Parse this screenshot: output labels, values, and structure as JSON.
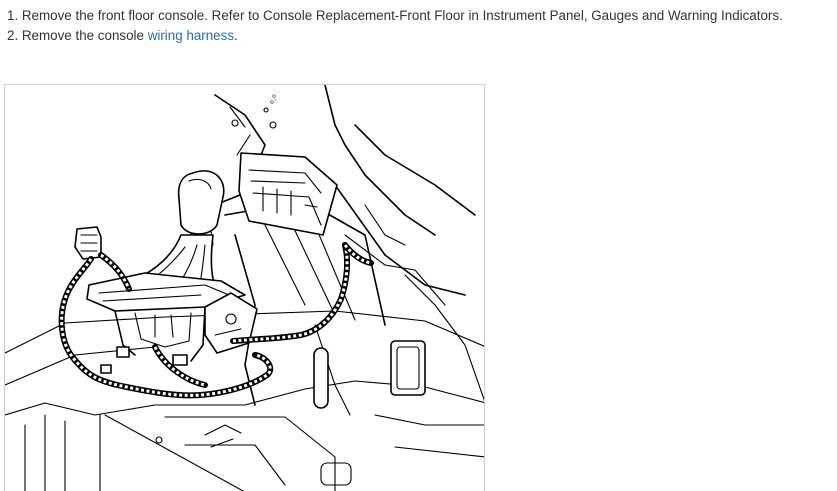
{
  "instructions": {
    "step1": {
      "text": "1. Remove the front floor console. Refer to Console Replacement-Front Floor in Instrument Panel, Gauges and Warning Indicators."
    },
    "step2": {
      "prefix": "2. Remove the console ",
      "link": "wiring harness",
      "suffix": "."
    }
  },
  "colors": {
    "text": "#333333",
    "link": "#2a6db3",
    "figure_border": "#cfcfcf"
  }
}
